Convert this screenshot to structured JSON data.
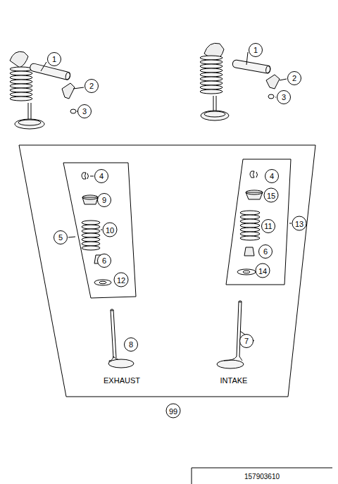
{
  "diagram": {
    "labels": [
      "1",
      "2",
      "3",
      "1",
      "2",
      "3",
      "4",
      "9",
      "5",
      "10",
      "6",
      "12",
      "8",
      "EXHAUST",
      "4",
      "15",
      "13",
      "11",
      "6",
      "14",
      "7",
      "INTAKE",
      "99",
      "157903610"
    ]
  }
}
